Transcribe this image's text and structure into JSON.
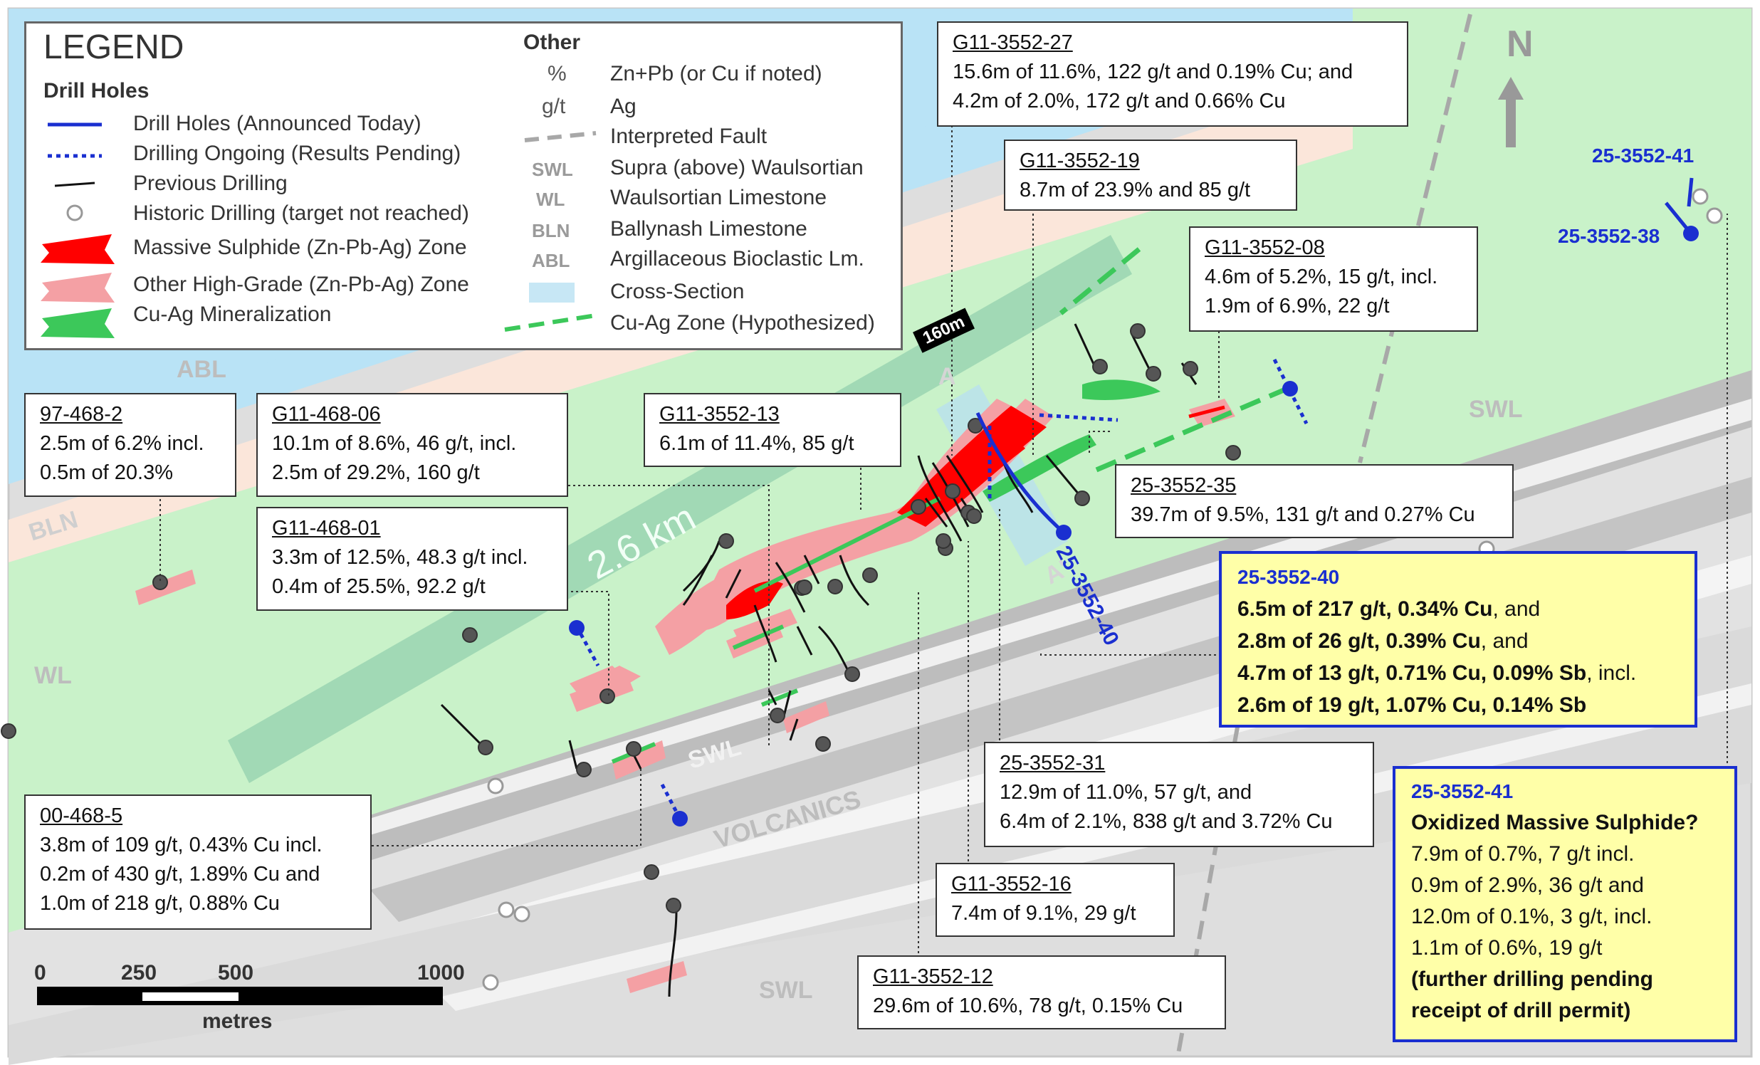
{
  "legend": {
    "title": "LEGEND",
    "drill_holes_heading": "Drill Holes",
    "other_heading": "Other",
    "drill_items": [
      "Drill Holes (Announced Today)",
      "Drilling Ongoing (Results Pending)",
      "Previous Drilling",
      "Historic Drilling (target not reached)",
      "Massive Sulphide (Zn-Pb-Ag) Zone",
      "Other High-Grade (Zn-Pb-Ag) Zone",
      "Cu-Ag Mineralization"
    ],
    "other_items": [
      {
        "sym": "%",
        "label": "Zn+Pb (or Cu if noted)"
      },
      {
        "sym": "g/t",
        "label": "Ag"
      },
      {
        "sym": "",
        "label": "Interpreted Fault"
      },
      {
        "sym": "SWL",
        "label": "Supra (above) Waulsortian"
      },
      {
        "sym": "WL",
        "label": "Waulsortian Limestone"
      },
      {
        "sym": "BLN",
        "label": "Ballynash Limestone"
      },
      {
        "sym": "ABL",
        "label": "Argillaceous Bioclastic Lm."
      },
      {
        "sym": "",
        "label": "Cross-Section"
      },
      {
        "sym": "",
        "label": "Cu-Ag Zone (Hypothesized)"
      }
    ]
  },
  "map_labels": {
    "abl": "ABL",
    "bln": "BLN",
    "wl": "WL",
    "swl_1": "SWL",
    "swl_2": "SWL",
    "swl_3": "SWL",
    "volcanics": "VOLCANICS",
    "distance": "2.6 km",
    "section_len": "160m",
    "a": "A",
    "a_prime": "A'",
    "north": "N",
    "hole_40": "25-3552-40",
    "hole_41": "25-3552-41",
    "hole_38": "25-3552-38"
  },
  "scale": {
    "ticks": [
      "0",
      "250",
      "500",
      "1000"
    ],
    "unit": "metres"
  },
  "callouts": [
    {
      "id": "g27",
      "title": "G11-3552-27",
      "lines": [
        "15.6m of 11.6%, 122 g/t and 0.19% Cu; and",
        "4.2m of 2.0%, 172 g/t and 0.66% Cu"
      ]
    },
    {
      "id": "g19",
      "title": "G11-3552-19",
      "lines": [
        "8.7m of 23.9% and 85 g/t"
      ]
    },
    {
      "id": "g08",
      "title": "G11-3552-08",
      "lines": [
        "4.6m of 5.2%, 15 g/t, incl.",
        "1.9m of 6.9%, 22 g/t"
      ]
    },
    {
      "id": "h97",
      "title": "97-468-2",
      "lines": [
        "2.5m of 6.2% incl.",
        "0.5m of 20.3%"
      ]
    },
    {
      "id": "g46806",
      "title": "G11-468-06",
      "lines": [
        "10.1m of 8.6%, 46 g/t, incl.",
        "2.5m of 29.2%, 160 g/t"
      ]
    },
    {
      "id": "g13",
      "title": "G11-3552-13",
      "lines": [
        "6.1m of 11.4%, 85 g/t"
      ]
    },
    {
      "id": "g46801",
      "title": "G11-468-01",
      "lines": [
        "3.3m of 12.5%, 48.3 g/t incl.",
        "0.4m of 25.5%, 92.2 g/t"
      ]
    },
    {
      "id": "h35",
      "title": "25-3552-35",
      "lines": [
        "39.7m of 9.5%, 131 g/t and 0.27% Cu"
      ]
    },
    {
      "id": "h31",
      "title": "25-3552-31",
      "lines": [
        "12.9m of 11.0%, 57 g/t, and",
        "6.4m of 2.1%, 838 g/t and 3.72% Cu"
      ]
    },
    {
      "id": "h00",
      "title": "00-468-5",
      "lines": [
        "3.8m of 109 g/t, 0.43% Cu incl.",
        "0.2m of 430 g/t, 1.89% Cu and",
        "1.0m of 218 g/t, 0.88% Cu"
      ]
    },
    {
      "id": "g16",
      "title": "G11-3552-16",
      "lines": [
        "7.4m of 9.1%, 29 g/t"
      ]
    },
    {
      "id": "g12",
      "title": "G11-3552-12",
      "lines": [
        "29.6m of 10.6%, 78 g/t, 0.15% Cu"
      ]
    }
  ],
  "highlight_40": {
    "title": "25-3552-40",
    "lines": [
      {
        "bold": "6.5m of 217 g/t, 0.34% Cu",
        "rest": ", and"
      },
      {
        "bold": "2.8m of 26 g/t, 0.39% Cu",
        "rest": ", and"
      },
      {
        "bold": "4.7m of 13 g/t, 0.71% Cu, 0.09% Sb",
        "rest": ", incl."
      },
      {
        "bold": "2.6m of 19 g/t, 1.07% Cu, 0.14% Sb",
        "rest": ""
      }
    ]
  },
  "highlight_41": {
    "title": "25-3552-41",
    "subtitle": "Oxidized Massive Sulphide?",
    "lines": [
      "7.9m of 0.7%, 7 g/t incl.",
      "0.9m of 2.9%, 36 g/t and",
      "12.0m of 0.1%, 3 g/t, incl.",
      "1.1m of 0.6%, 19 g/t"
    ],
    "note": [
      "(further drilling pending",
      "receipt of drill permit)"
    ]
  },
  "colors": {
    "lake": "#b9e3f6",
    "green_zone": "#c9f2c9",
    "grey_band": "#dcdcdc",
    "dark_band": "#bdbdbd",
    "blue": "#1a2fd0",
    "massive": "#ff0000",
    "high_grade": "#f4a0a4",
    "cu_ag": "#3cc85a"
  }
}
